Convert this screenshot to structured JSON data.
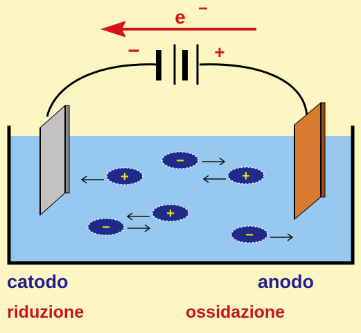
{
  "electron_flow": {
    "label": "e",
    "charge": "−",
    "arrow_color": "#d4141a"
  },
  "battery": {
    "negative_sign": "−",
    "positive_sign": "+",
    "sign_color": "#d4141a"
  },
  "cell": {
    "solution_color": "#97c8f0",
    "cathode_color": "#b9b9b9",
    "anode_color": "#d97a31"
  },
  "cathode": {
    "name": "catodo",
    "process": "riduzione"
  },
  "anode": {
    "name": "anodo",
    "process": "ossidazione"
  },
  "ions": [
    {
      "sign": "+",
      "direction": "left"
    },
    {
      "sign": "−",
      "direction": "right"
    },
    {
      "sign": "+",
      "direction": "left"
    },
    {
      "sign": "+",
      "direction": "left"
    },
    {
      "sign": "−",
      "direction": "right"
    },
    {
      "sign": "−",
      "direction": "right"
    }
  ],
  "colors": {
    "background": "#fdf6c3",
    "ion_fill": "#1f2a8a",
    "ion_sign": "#f5e000",
    "label_blue": "#1f1f8f",
    "label_red": "#c5161b"
  }
}
